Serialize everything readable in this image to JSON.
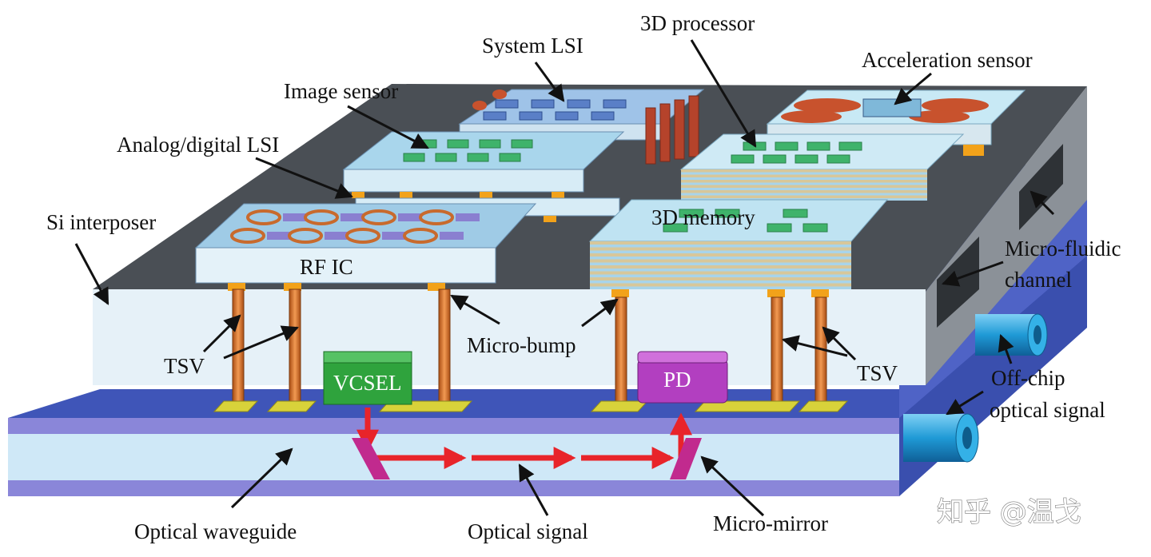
{
  "labels": {
    "system_lsi": "System LSI",
    "processor_3d": "3D processor",
    "acceleration_sensor": "Acceleration sensor",
    "image_sensor": "Image sensor",
    "analog_digital_lsi": "Analog/digital LSI",
    "si_interposer": "Si interposer",
    "rf_ic": "RF IC",
    "memory_3d": "3D memory",
    "micro_fluidic_line1": "Micro-fluidic",
    "micro_fluidic_line2": "channel",
    "tsv_left": "TSV",
    "micro_bump": "Micro-bump",
    "vcsel": "VCSEL",
    "pd": "PD",
    "tsv_right": "TSV",
    "off_chip_line1": "Off-chip",
    "off_chip_line2": "optical signal",
    "optical_waveguide": "Optical waveguide",
    "optical_signal": "Optical signal",
    "micro_mirror": "Micro-mirror"
  },
  "watermark": "知乎 @温戈",
  "colors": {
    "interposer_top": "#4a4f55",
    "interposer_side": "#e6f1f8",
    "waveguide_top": "#3f55b8",
    "waveguide_side": "#cfe8f7",
    "waveguide_stripe": "#8a86d9",
    "tsv": "#d9792e",
    "bump": "#f2a21a",
    "pad": "#d8d23a",
    "vcsel": "#2fa33d",
    "pd": "#b23fc0",
    "optical_signal": "#e8242a",
    "mirror": "#c12a8e",
    "chip_top": "#c8e9f5",
    "memory_layer": "#d7c79a",
    "fiber": "#1f9ad6"
  }
}
